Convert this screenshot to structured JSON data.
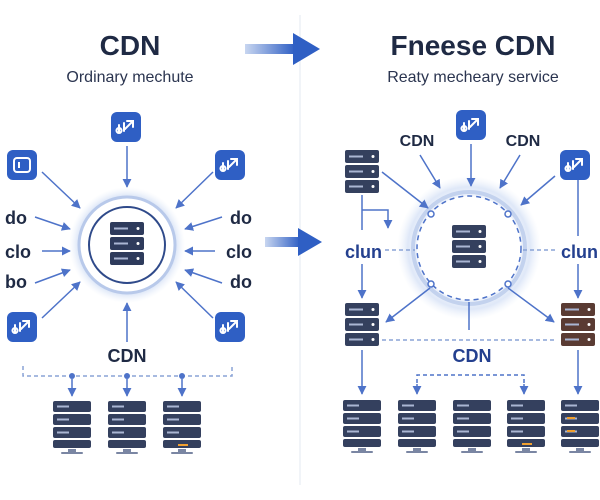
{
  "left_panel": {
    "title": "CDN",
    "subtitle": "Ordinary mechute",
    "side_labels_left": [
      "do",
      "clo",
      "bo"
    ],
    "side_labels_right": [
      "do",
      "clo",
      "do"
    ],
    "bottom_label": "CDN"
  },
  "right_panel": {
    "title": "Fneese CDN",
    "subtitle": "Reaty mecheary service",
    "top_labels": [
      "CDN",
      "CDN"
    ],
    "side_label_left": "clun",
    "side_label_right": "clun",
    "middle_label": "CDN"
  },
  "colors": {
    "icon_blue": "#2f5fc4",
    "server_navy": "#34405e",
    "server_brown": "#5a3b33",
    "arrow": "#4e73c9",
    "accent_orange": "#f0a030"
  },
  "icons": [
    "app-share-icon",
    "app-window-icon",
    "server-icon",
    "server-stack-icon"
  ]
}
